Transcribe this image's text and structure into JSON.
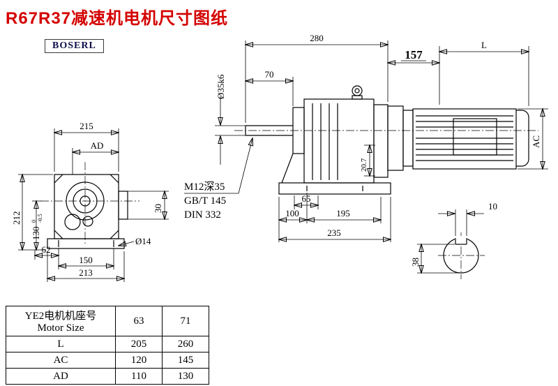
{
  "title": "R67R37减速机电机尺寸图纸",
  "logo": "BOSERL",
  "colors": {
    "title_red": "#d40000",
    "line": "#000000"
  },
  "front_view": {
    "width_top": "215",
    "ad": "AD",
    "height_total": "212",
    "height_center": "130",
    "tol_top": "0",
    "tol_bottom": "-0.5",
    "flange_height": "30",
    "foot_offset": "62",
    "foot_span": "150",
    "base_width": "213",
    "foot_hole": "Ø14"
  },
  "side_view": {
    "total_length": "280",
    "shaft_length": "70",
    "shaft_dia": "Ø35k6",
    "flange_length": "157",
    "motor_length": "L",
    "motor_dia": "AC",
    "note_1": "M12深35",
    "note_2": "GB/T 145",
    "note_3": "DIN 332",
    "dim_65": "65",
    "dim_20_7": "20.7",
    "dim_100": "100",
    "dim_195": "195",
    "base_length": "235"
  },
  "shaft_section": {
    "key_width": "10",
    "key_depth": "38"
  },
  "table": {
    "header": {
      "line1": "YE2电机机座号",
      "line2": "Motor Size",
      "col1": "63",
      "col2": "71"
    },
    "rows": [
      {
        "label": "L",
        "col1": "205",
        "col2": "260"
      },
      {
        "label": "AC",
        "col1": "120",
        "col2": "145"
      },
      {
        "label": "AD",
        "col1": "110",
        "col2": "130"
      }
    ]
  }
}
